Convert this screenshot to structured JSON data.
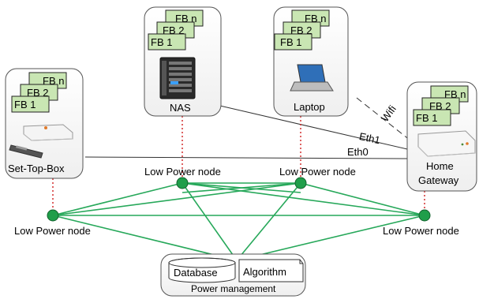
{
  "devices": {
    "set_top_box": {
      "label": "Set-Top-Box",
      "fbs": [
        "FB n",
        "FB 2",
        "FB 1"
      ]
    },
    "nas": {
      "label": "NAS",
      "fbs": [
        "FB n",
        "FB 2",
        "FB 1"
      ]
    },
    "laptop": {
      "label": "Laptop",
      "fbs": [
        "FB n",
        "FB 2",
        "FB 1"
      ]
    },
    "home_gateway": {
      "label_line1": "Home",
      "label_line2": "Gateway",
      "fbs": [
        "FB n",
        "FB 2",
        "FB 1"
      ]
    }
  },
  "links": {
    "wifi": "Wifi",
    "eth1": "Eth1",
    "eth0": "Eth0"
  },
  "nodes": {
    "left": "Low Power node",
    "center_left": "Low Power node",
    "center_right": "Low Power node",
    "right": "Low Power node"
  },
  "power_management": {
    "label": "Power management",
    "database": "Database",
    "algorithm": "Algorithm"
  },
  "colors": {
    "mesh": "#27a85a",
    "node": "#1f9e4a",
    "fb_fill": "#c9e6b3",
    "dotted": "#d02020",
    "box_border": "#555555"
  }
}
